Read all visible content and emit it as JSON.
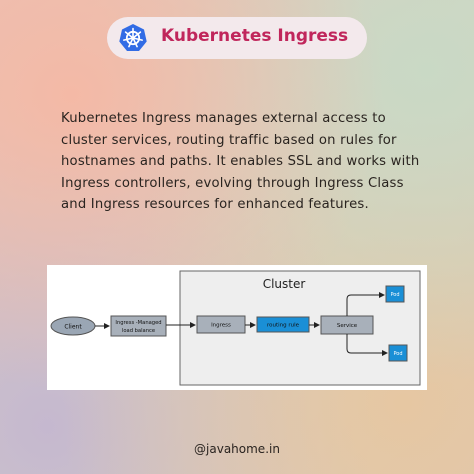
{
  "header": {
    "title": "Kubernetes Ingress",
    "logo_icon": "kubernetes-helm-wheel-icon",
    "accent_color": "#c0265b"
  },
  "description": "Kubernetes Ingress manages external access to cluster services, routing traffic based on rules for hostnames and paths. It enables SSL and works with Ingress controllers, evolving through Ingress Class and Ingress resources for enhanced features.",
  "diagram": {
    "cluster_label": "Cluster",
    "client_label": "Client",
    "managed_lb_line1": "Ingress -Managed",
    "managed_lb_line2": "load balance",
    "ingress_label": "Ingress",
    "routing_label": "routing rule",
    "service_label": "Service",
    "pod_top_label": "Pod",
    "pod_bottom_label": "Pod"
  },
  "footer": {
    "handle": "@javahome.in"
  }
}
